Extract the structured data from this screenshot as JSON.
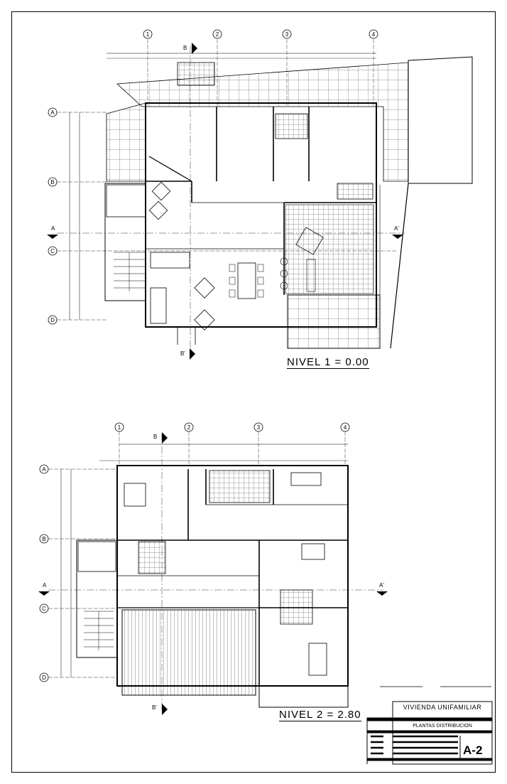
{
  "plans": {
    "level1": {
      "title": "NIVEL 1 = 0.00",
      "grid_columns": [
        "1",
        "2",
        "3",
        "4"
      ],
      "grid_rows": [
        "A",
        "B",
        "C",
        "D"
      ],
      "section_marks": [
        "B",
        "B'",
        "A",
        "A'"
      ]
    },
    "level2": {
      "title": "NIVEL 2 = 2.80",
      "grid_columns": [
        "1",
        "2",
        "3",
        "4"
      ],
      "grid_rows": [
        "A",
        "B",
        "C",
        "D"
      ],
      "section_marks": [
        "B",
        "B'",
        "A",
        "A'"
      ]
    }
  },
  "title_block": {
    "project": "VIVIENDA UNIFAMILIAR",
    "subtitle": "PLANTAS DISTRIBUCION",
    "sheet_number": "A-2"
  },
  "colors": {
    "line": "#000000",
    "paper": "#ffffff"
  }
}
